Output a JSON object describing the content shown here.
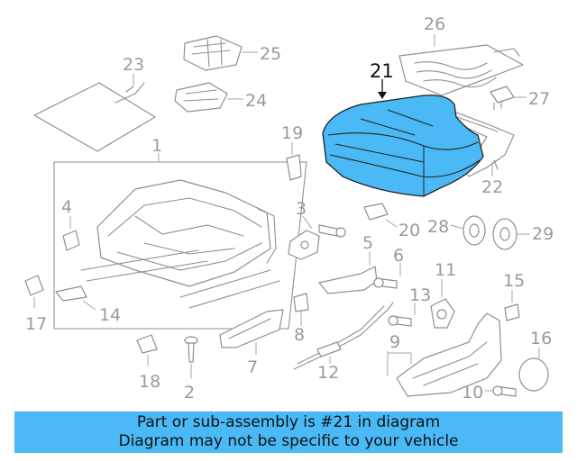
{
  "diagram": {
    "highlight_color": "#4ab9f5",
    "highlighted_part": "21",
    "callouts": [
      "1",
      "2",
      "3",
      "4",
      "5",
      "6",
      "7",
      "8",
      "9",
      "10",
      "11",
      "12",
      "13",
      "14",
      "15",
      "16",
      "17",
      "18",
      "19",
      "20",
      "21",
      "22",
      "23",
      "24",
      "25",
      "26",
      "27",
      "28",
      "29"
    ]
  },
  "caption": {
    "line1": "Part or sub-assembly is #21 in diagram",
    "line2": "Diagram may not be specific to your vehicle"
  }
}
